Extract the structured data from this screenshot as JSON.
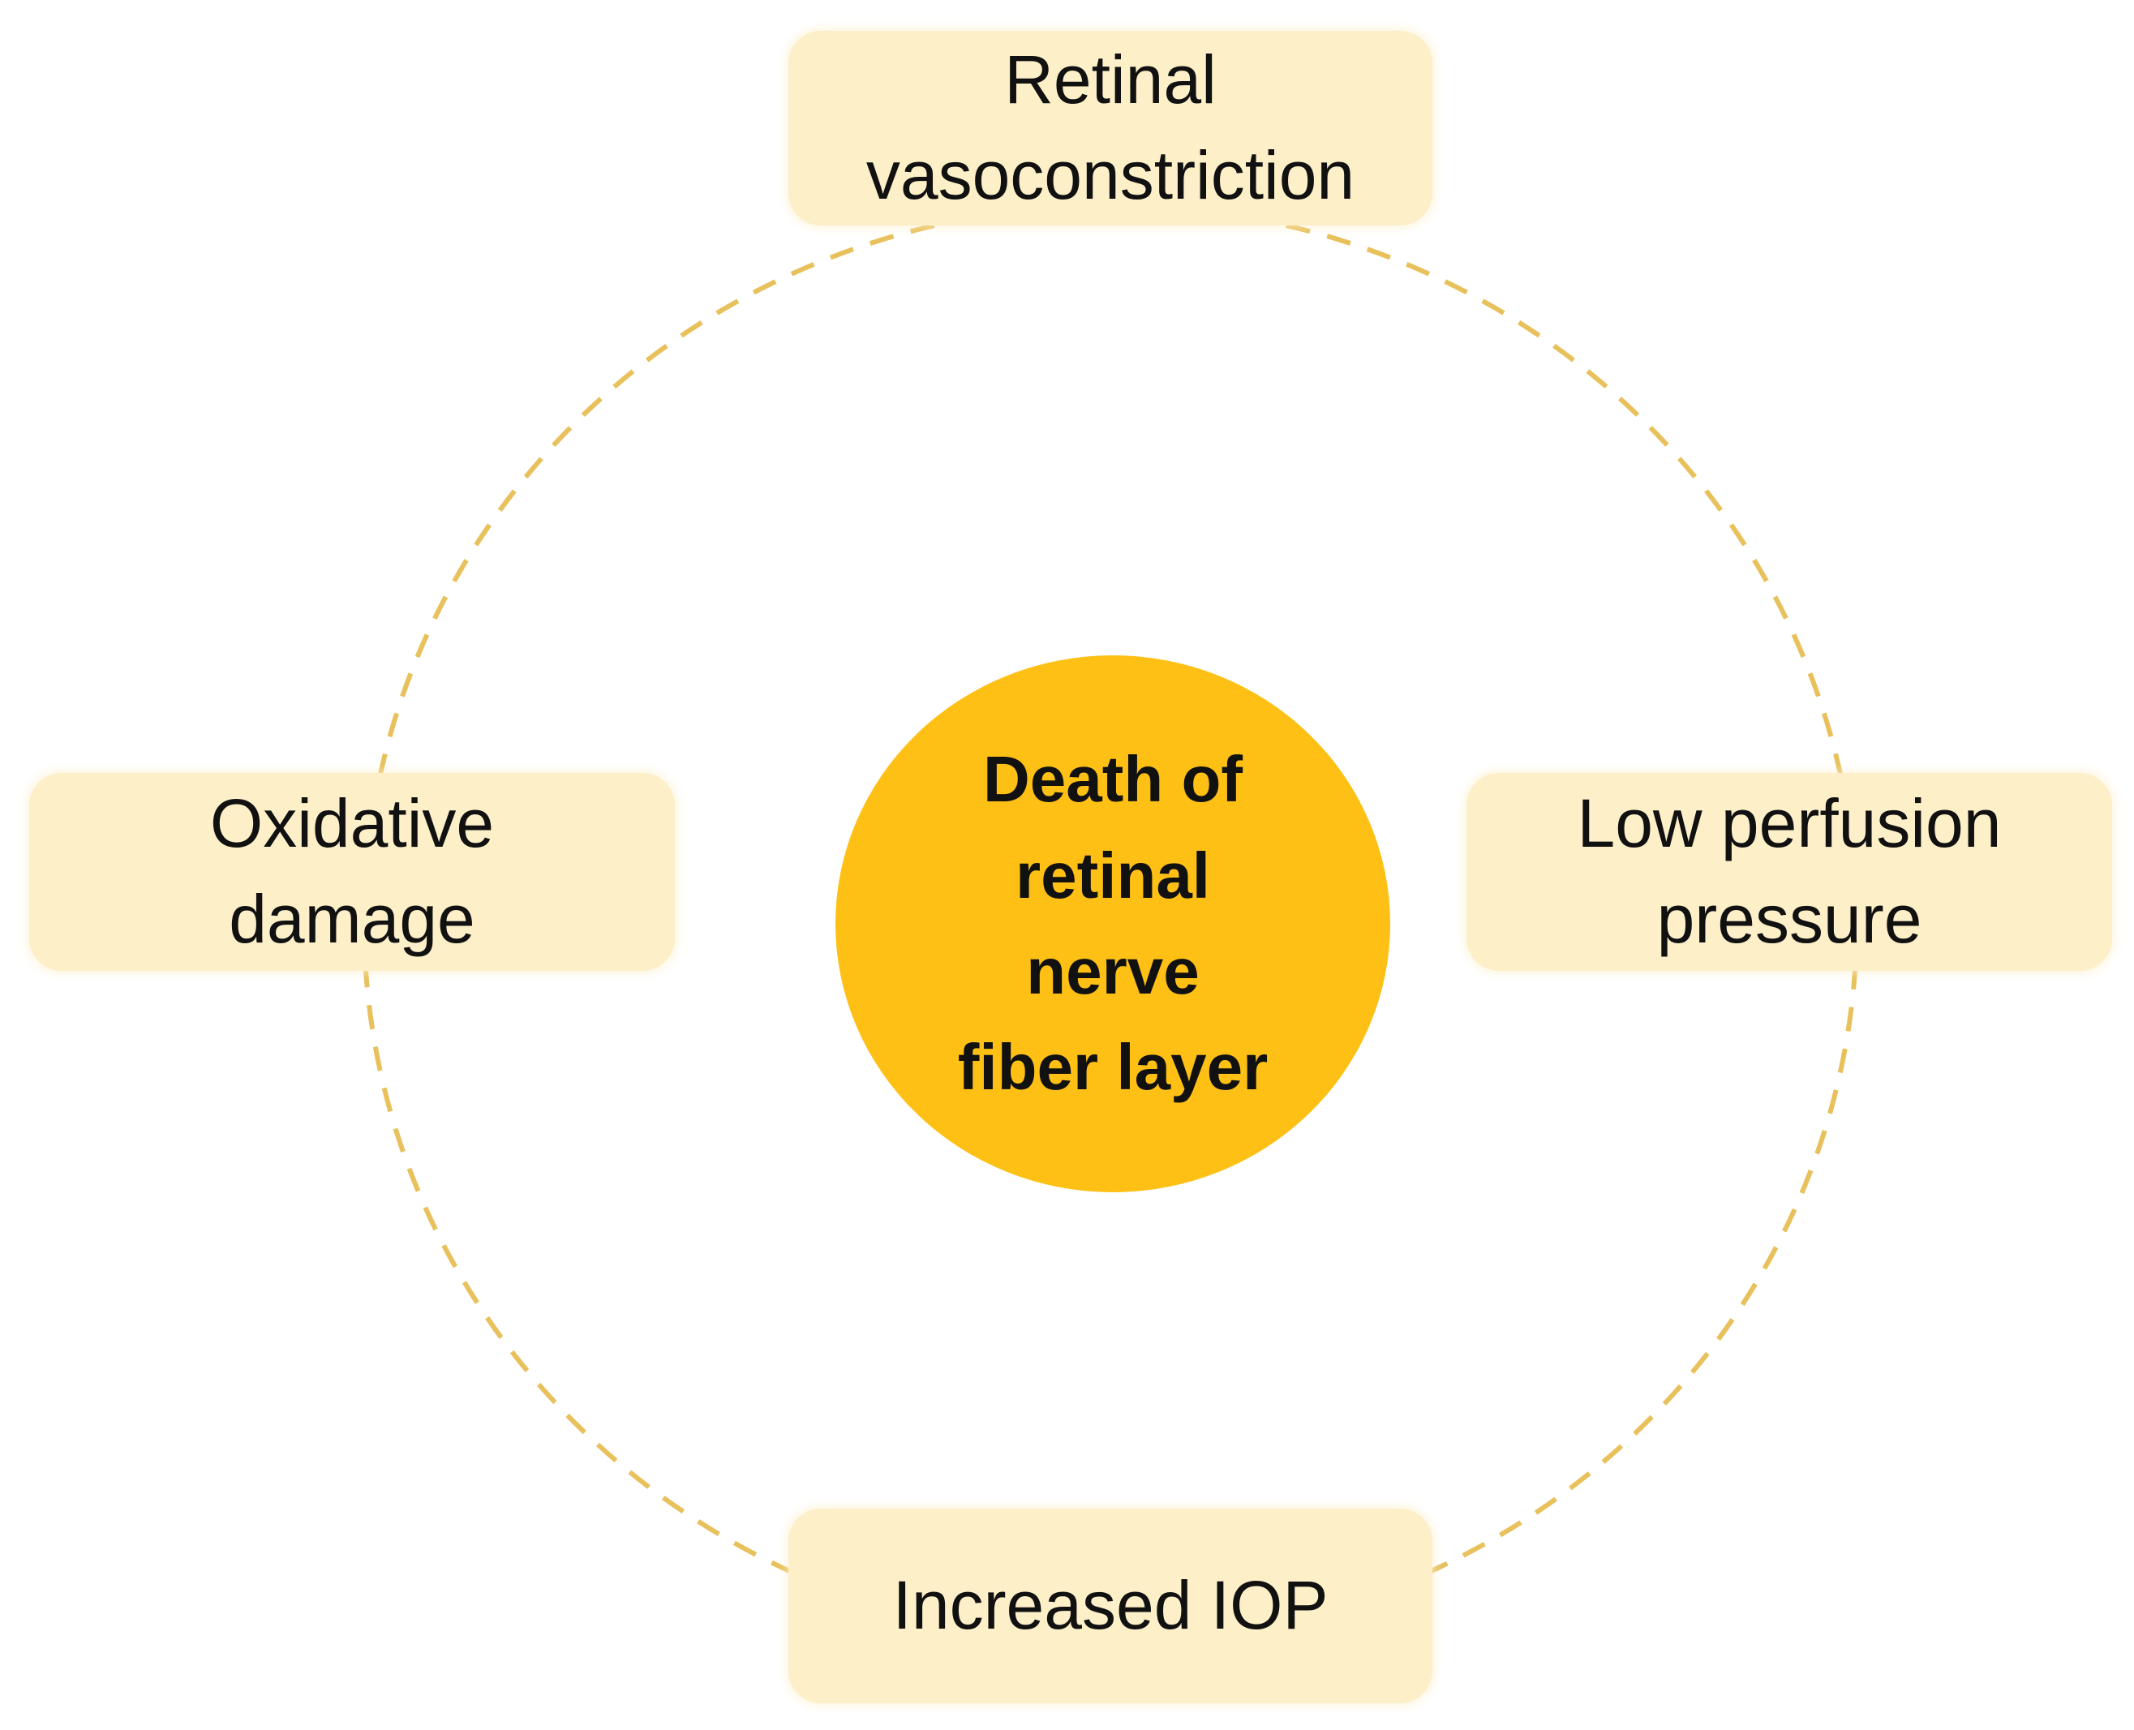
{
  "colors": {
    "ring_dash": "#e8c15c",
    "node_fill": "#fdefc8",
    "center_fill": "#fec014",
    "text": "#111111"
  },
  "center": {
    "lines": [
      "Death of",
      "retinal",
      "nerve",
      "fiber layer"
    ]
  },
  "nodes": {
    "top": {
      "lines": [
        "Retinal",
        "vasoconstriction"
      ]
    },
    "right": {
      "lines": [
        "Low perfusion",
        "pressure"
      ]
    },
    "bottom": {
      "lines": [
        "Increased IOP"
      ]
    },
    "left": {
      "lines": [
        "Oxidative",
        "damage"
      ]
    }
  }
}
